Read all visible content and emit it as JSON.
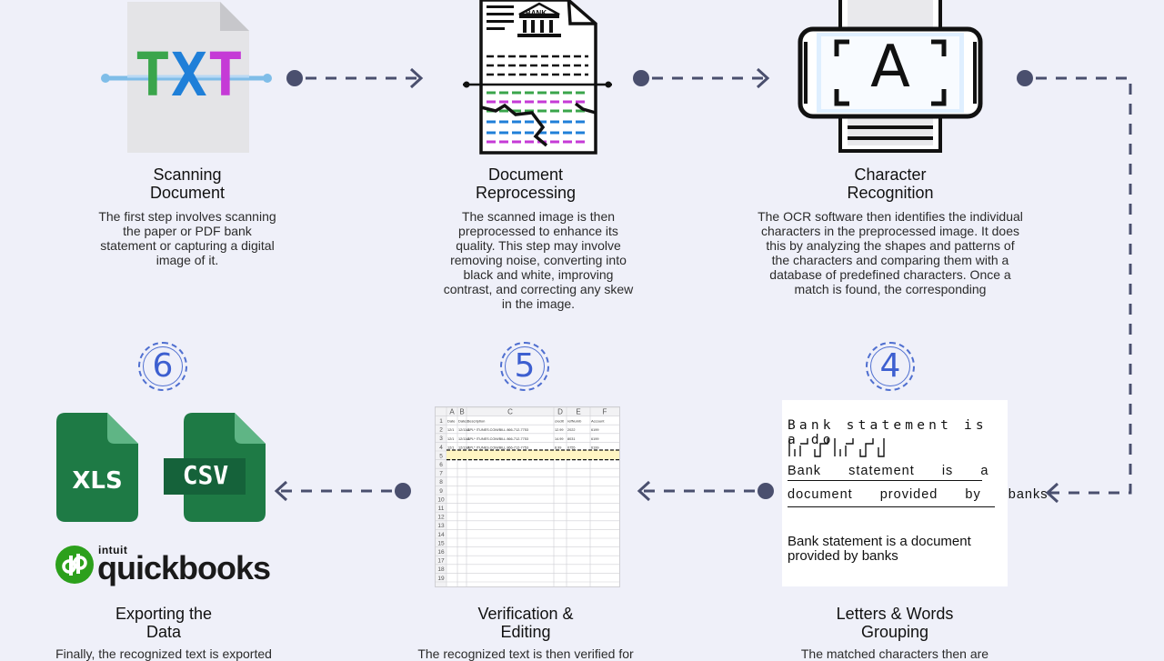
{
  "steps": [
    {
      "num": "",
      "title": "Scanning\nDocument",
      "desc": "The first step involves scanning the paper or PDF bank statement or capturing a digital image of it."
    },
    {
      "num": "",
      "title": "Document\nReprocessing",
      "desc": "The scanned image is then preprocessed to enhance its quality. This step may involve removing noise, converting into black and white, improving contrast, and correcting any skew in the image."
    },
    {
      "num": "",
      "title": "Character\nRecognition",
      "desc": "The OCR software then identifies the individual characters in the preprocessed image. It does this by analyzing the shapes and patterns of the characters and comparing them with a database of predefined characters. Once a match is found, the corresponding"
    },
    {
      "num": "4",
      "title": "Letters & Words\nGrouping",
      "desc": "The matched characters then are"
    },
    {
      "num": "5",
      "title": "Verification &\nEditing",
      "desc": "The recognized text is then verified for"
    },
    {
      "num": "6",
      "title": "Exporting the\nData",
      "desc": "Finally, the recognized text is exported"
    }
  ],
  "icons": {
    "txt_label": "TXT",
    "bank_label": "BANK",
    "ocr_letter": "A",
    "xls_label": "XLS",
    "csv_label": "CSV",
    "qb_brand_small": "INTUIT",
    "qb_brand": "quickbooks"
  },
  "wordgroup": {
    "spaced": "Bank statement is a do",
    "row1": "Bank  statement  is  a",
    "row2": "document  provided  by  banks",
    "final": "Bank statement is a document provided by banks"
  },
  "spreadsheet": {
    "cols": [
      "A",
      "B",
      "C",
      "D",
      "E",
      "F"
    ],
    "headers": [
      "Date",
      "Date2",
      "description",
      "credit",
      "refNumb",
      "Account"
    ],
    "rows": [
      [
        "12/1",
        "12/11/2",
        "APL* ITUNES.COM/BILL 866-712-7753",
        "12.99",
        "2022",
        "6199"
      ],
      [
        "12/1",
        "12/11/2",
        "APL* ITUNES.COM/BILL 866-712-7753",
        "14.99",
        "8031",
        "6199"
      ],
      [
        "12/1",
        "12/11/2",
        "APL* ITUNES.COM/BILL 866-712-7753",
        "8.99",
        "0755",
        "6199"
      ]
    ],
    "row_numbers": [
      "1",
      "2",
      "3",
      "4",
      "5",
      "6",
      "7",
      "8",
      "9",
      "10",
      "11",
      "12",
      "13",
      "14",
      "15",
      "16",
      "17",
      "18",
      "19"
    ]
  },
  "colors": {
    "background": "#eff0f9",
    "arrow": "#4a4f6e",
    "accent_blue": "#4f6fd0",
    "excel_green": "#1e7a45",
    "qb_green": "#2ca01c"
  }
}
